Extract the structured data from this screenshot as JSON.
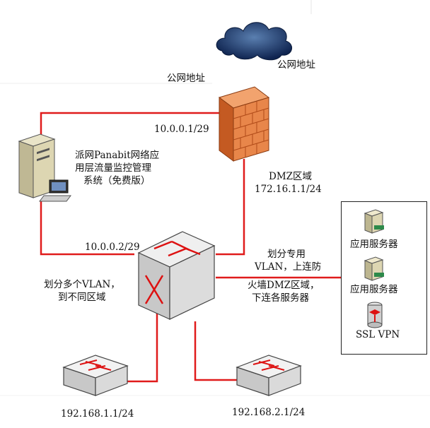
{
  "labels": {
    "cloud_public_addr": "公网地址",
    "fw_public_addr": "公网地址",
    "fw_inside_ip": "10.0.0.1/29",
    "panabit_line1": "派网Panabit网络应",
    "panabit_line2": "用层流量监控管理",
    "panabit_line3": "系统（免费版）",
    "dmz_title": "DMZ区域",
    "dmz_ip": "172.16.1.1/24",
    "core_uplink_ip": "10.0.0.2/29",
    "vlan_note_line1": "划分多个VLAN，",
    "vlan_note_line2": "到不同区域",
    "dmz_vlan_line1": "划分专用",
    "dmz_vlan_line2": "VLAN，上连防",
    "dmz_vlan_line3": "火墙DMZ区域，",
    "dmz_vlan_line4": "下连各服务器",
    "subnet1": "192.168.1.1/24",
    "subnet2": "192.168.2.1/24"
  },
  "servers": [
    {
      "label": "应用服务器",
      "icon": "app-server-icon"
    },
    {
      "label": "应用服务器",
      "icon": "app-server-icon"
    },
    {
      "label": "SSL VPN",
      "icon": "vpn-appliance-icon"
    }
  ],
  "colors": {
    "link": "#e01b1b",
    "line": "#222222",
    "firewall": "#e8864a",
    "switch_body": "#d9d9d9"
  }
}
